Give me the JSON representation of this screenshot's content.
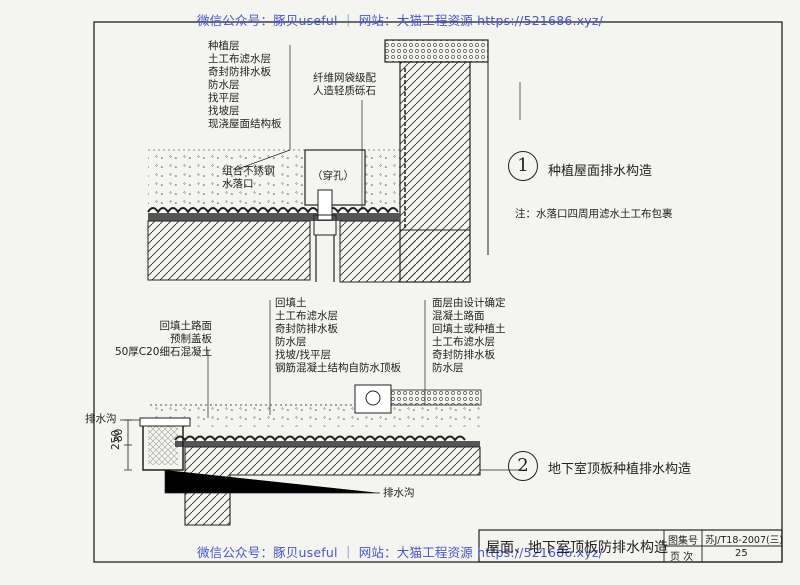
{
  "watermark": "微信公众号：豚贝useful ｜ 网站：大猫工程资源 https://521686.xyz/",
  "detail1": {
    "number": "1",
    "title": "种植屋面排水构造",
    "note": "注：水落口四周用滤水土工布包裹",
    "layers": [
      "种植层",
      "土工布滤水层",
      "奇封防排水板",
      "防水层",
      "找平层",
      "找坡层",
      "现浇屋面结构板"
    ],
    "callout_gravel": [
      "纤维网袋级配",
      "人造轻质砾石"
    ],
    "callout_drain": [
      "组合不锈钢",
      "水落口"
    ],
    "hole_label": "（穿孔）"
  },
  "detail2": {
    "number": "2",
    "title": "地下室顶板种植排水构造",
    "left_labels": [
      "回填土路面",
      "预制盖板",
      "50厚C20细石混凝土"
    ],
    "mid_labels": [
      "回填土",
      "土工布滤水层",
      "奇封防排水板",
      "防水层",
      "找坡/找平层",
      "钢筋混凝土结构自防水顶板"
    ],
    "right_labels": [
      "面层由设计确定",
      "混凝土路面",
      "回填土或种植土",
      "土工布滤水层",
      "奇封防排水板",
      "防水层"
    ],
    "ditch_label_top": "排水沟",
    "ditch_label_bottom": "排水沟",
    "dim_250": "250",
    "dim_80": "80"
  },
  "title_block": {
    "title": "屋面、地下室顶板防排水构造",
    "atlas_label": "图集号",
    "atlas_value": "苏J/T18-2007(三)",
    "page_label": "页 次",
    "page_value": "25"
  }
}
